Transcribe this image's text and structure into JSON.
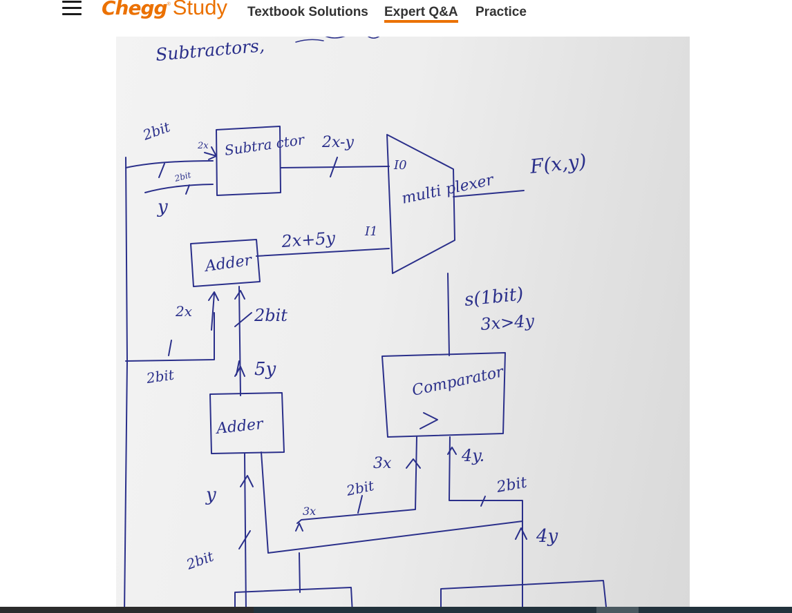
{
  "header": {
    "logo_primary": "Chegg",
    "logo_mark": "®",
    "logo_secondary": "Study",
    "nav": [
      "Textbook Solutions",
      "Expert Q&A",
      "Practice"
    ],
    "active_nav": "Expert Q&A"
  },
  "colors": {
    "brand": "#eb7100",
    "text": "#333333",
    "ink": "#2a2f8a"
  },
  "icons": {
    "menu": "hamburger-menu-icon"
  },
  "diagram": {
    "top_text": "Subtractors,",
    "labels": {
      "input_2bit_top": "2bit",
      "input_2x": "2x",
      "input_2bit_y": "2bit",
      "input_y": "y",
      "subtractor": "Subtra ctor",
      "out_2x_minus_y": "2x-y",
      "mux_i0": "I0",
      "mux_i1": "I1",
      "mux": "multi plexer",
      "f_out": "F(x,y)",
      "sum_2x_5y": "2x+5y",
      "adder_top": "Adder",
      "adder_2x": "2x",
      "adder_2bit_right": "2bit",
      "adder_2bit_left": "2bit",
      "adder_5y": "5y",
      "adder_bottom": "Adder",
      "select": "s(1bit)",
      "select_cond": "3x>4y",
      "comparator": "Comparator",
      "comp_sym": ">",
      "comp_3x": "3x",
      "comp_4y": "4y.",
      "comp_2bit_left": "2bit",
      "comp_2bit_right": "2bit",
      "wire_3x": "3x",
      "wire_4y": "4y",
      "bottom_y": "y",
      "bottom_2bit": "2bit"
    }
  }
}
